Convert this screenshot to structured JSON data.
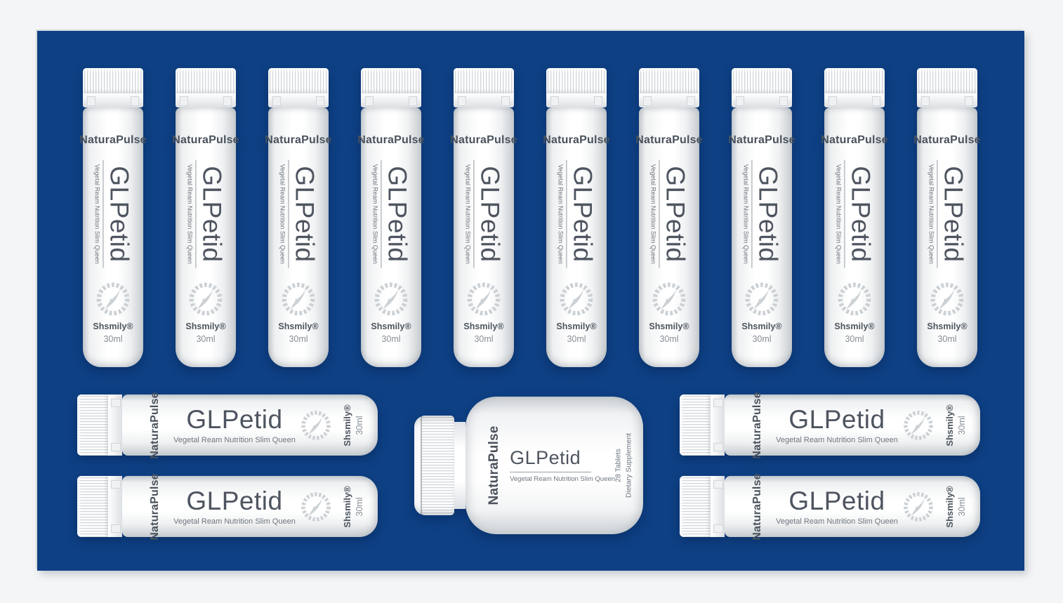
{
  "page": {
    "background_color": "#f4f5f6",
    "panel_color": "#0e4084"
  },
  "vial_label": {
    "brand": "NaturaPulse",
    "product": "GLPetid",
    "subtitle": "Vegetal Ream Nutrition Slim Queen",
    "maker": "Shsmily®",
    "volume": "30ml",
    "emblem": "dna-wreath-fern-emblem"
  },
  "bottle_label": {
    "brand": "NaturaPulse",
    "product": "GLPetid",
    "subtitle": "Vegetal Ream Nutrition Slim Queen",
    "count": "28 Tablets",
    "type": "Dietary Supplement"
  },
  "items": {
    "upright_vials": 10,
    "left_lying_vials": 2,
    "right_lying_vials": 2,
    "bottles": 1
  }
}
